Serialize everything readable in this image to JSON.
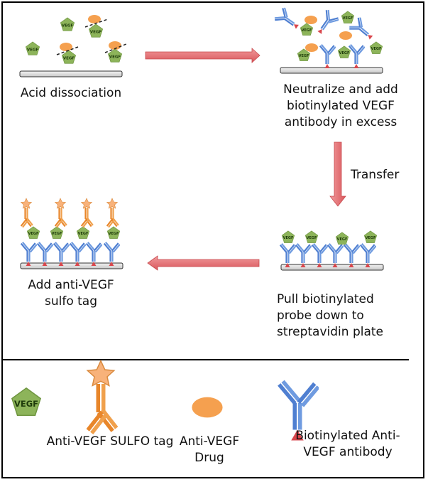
{
  "steps": {
    "acid": "Acid dissociation",
    "neutralize": [
      "Neutralize and add",
      "biotinylated VEGF",
      "antibody in excess"
    ],
    "transfer": "Transfer",
    "pull": [
      "Pull biotinylated",
      "probe down to",
      "streptavidin plate"
    ],
    "sulfo": [
      "Add anti-VEGF",
      "sulfo tag"
    ]
  },
  "legend": {
    "vegf": "VEGF",
    "sulfo_tag": "Anti-VEGF SULFO tag",
    "drug": [
      "Anti-VEGF",
      "Drug"
    ],
    "biotin_ab": [
      "Biotinylated Anti-",
      "VEGF antibody"
    ]
  },
  "colors": {
    "vegf": "#8db45a",
    "drug": "#f5a04f",
    "antibody": "#4f7fd1",
    "sulfo": "#e8862a",
    "biotin": "#d9464c",
    "arrow": "#e3676b"
  }
}
